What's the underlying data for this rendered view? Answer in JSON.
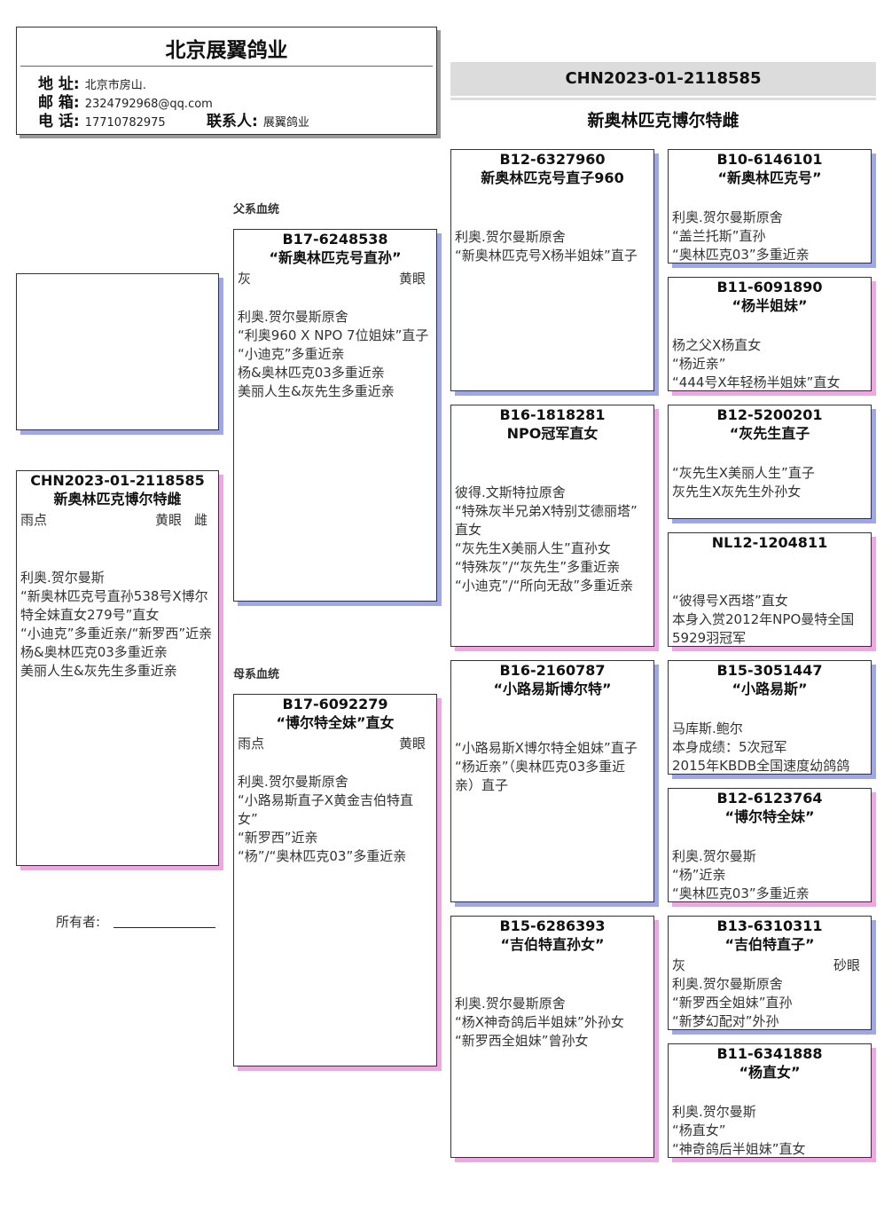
{
  "header": {
    "title": "北京展翼鸽业",
    "address_label": "地 址:",
    "address": "北京市房山.",
    "email_label": "邮 箱:",
    "email": "2324792968@qq.com",
    "phone_label": "电 话:",
    "phone": "17710782975",
    "contact_label": "联系人:",
    "contact": "展翼鸽业"
  },
  "subject_band": {
    "ring": "CHN2023-01-2118585",
    "name": "新奥林匹克博尔特雌"
  },
  "labels": {
    "sire_line": "父系血统",
    "dam_line": "母系血统",
    "owner": "所有者:"
  },
  "colors": {
    "male_shadow": "#9ea8e6",
    "female_shadow": "#f0a6e4"
  },
  "subject": {
    "ring": "CHN2023-01-2118585",
    "name": "新奥林匹克博尔特雌",
    "color": "雨点",
    "eye": "黄眼",
    "sex": "雌",
    "lines": [
      "利奥.贺尔曼斯",
      "“新奥林匹克号直孙538号X博尔",
      "特全妹直女279号”直女",
      "“小迪克”多重近亲/“新罗西”近亲",
      "杨&奥林匹克03多重近亲",
      "美丽人生&灰先生多重近亲"
    ]
  },
  "sire": {
    "ring": "B17-6248538",
    "name": "“新奥林匹克号直孙”",
    "color": "灰",
    "eye": "黄眼",
    "lines": [
      "利奥.贺尔曼斯原舍",
      "“利奥960 X NPO 7位姐妹”直子",
      "“小迪克”多重近亲",
      "杨&奥林匹克03多重近亲",
      "美丽人生&灰先生多重近亲"
    ]
  },
  "dam": {
    "ring": "B17-6092279",
    "name": "“博尔特全妹”直女",
    "color": "雨点",
    "eye": "黄眼",
    "lines": [
      "利奥.贺尔曼斯原舍",
      "“小路易斯直子X黄金吉伯特直",
      "女”",
      "“新罗西”近亲",
      "“杨”/“奥林匹克03”多重近亲"
    ]
  },
  "gen3": [
    {
      "ring": "B12-6327960",
      "name": "新奥林匹克号直子960",
      "lines": [
        "利奥.贺尔曼斯原舍",
        "“新奥林匹克号X杨半姐妹”直子"
      ]
    },
    {
      "ring": "B16-1818281",
      "name": "NPO冠军直女",
      "lines": [
        "彼得.文斯特拉原舍",
        "“特殊灰半兄弟X特别艾德丽塔”",
        "直女",
        "“灰先生X美丽人生”直孙女",
        "“特殊灰”/“灰先生”多重近亲",
        "“小迪克”/“所向无敌”多重近亲"
      ]
    },
    {
      "ring": "B16-2160787",
      "name": "“小路易斯博尔特”",
      "lines": [
        "“小路易斯X博尔特全姐妹”直子",
        "“杨近亲”（奥林匹克03多重近",
        "亲）直子"
      ]
    },
    {
      "ring": "B15-6286393",
      "name": "“吉伯特直孙女”",
      "lines": [
        "利奥.贺尔曼斯原舍",
        "“杨X神奇鸽后半姐妹”外孙女",
        "“新罗西全姐妹”曾孙女"
      ]
    }
  ],
  "gen4": [
    {
      "ring": "B10-6146101",
      "name": "“新奥林匹克号”",
      "lines": [
        "利奥.贺尔曼斯原舍",
        "“盖兰托斯”直孙",
        "“奥林匹克03”多重近亲"
      ]
    },
    {
      "ring": "B11-6091890",
      "name": "“杨半姐妹”",
      "lines": [
        "杨之父X杨直女",
        "“杨近亲”",
        "“444号X年轻杨半姐妹”直女"
      ]
    },
    {
      "ring": "B12-5200201",
      "name": "“灰先生直子",
      "lines": [
        "“灰先生X美丽人生”直子",
        "灰先生X灰先生外孙女"
      ]
    },
    {
      "ring": "NL12-1204811",
      "name": "",
      "lines": [
        "“彼得号X西塔”直女",
        "本身入赏2012年NPO曼特全国",
        "5929羽冠军"
      ]
    },
    {
      "ring": "B15-3051447",
      "name": "“小路易斯”",
      "lines": [
        "马库斯.鲍尔",
        "本身成绩：5次冠军",
        "2015年KBDB全国速度幼鸽鸽"
      ]
    },
    {
      "ring": "B12-6123764",
      "name": "“博尔特全妹”",
      "lines": [
        "利奥.贺尔曼斯",
        "“杨”近亲",
        "“奥林匹克03”多重近亲"
      ]
    },
    {
      "ring": "B13-6310311",
      "name": "“吉伯特直子”",
      "color": "灰",
      "eye": "砂眼",
      "lines": [
        "利奥.贺尔曼斯原舍",
        "“新罗西全姐妹”直孙",
        "“新梦幻配对”外孙"
      ]
    },
    {
      "ring": "B11-6341888",
      "name": "“杨直女”",
      "lines": [
        "利奥.贺尔曼斯",
        "“杨直女”",
        "“神奇鸽后半姐妹”直女"
      ]
    }
  ]
}
